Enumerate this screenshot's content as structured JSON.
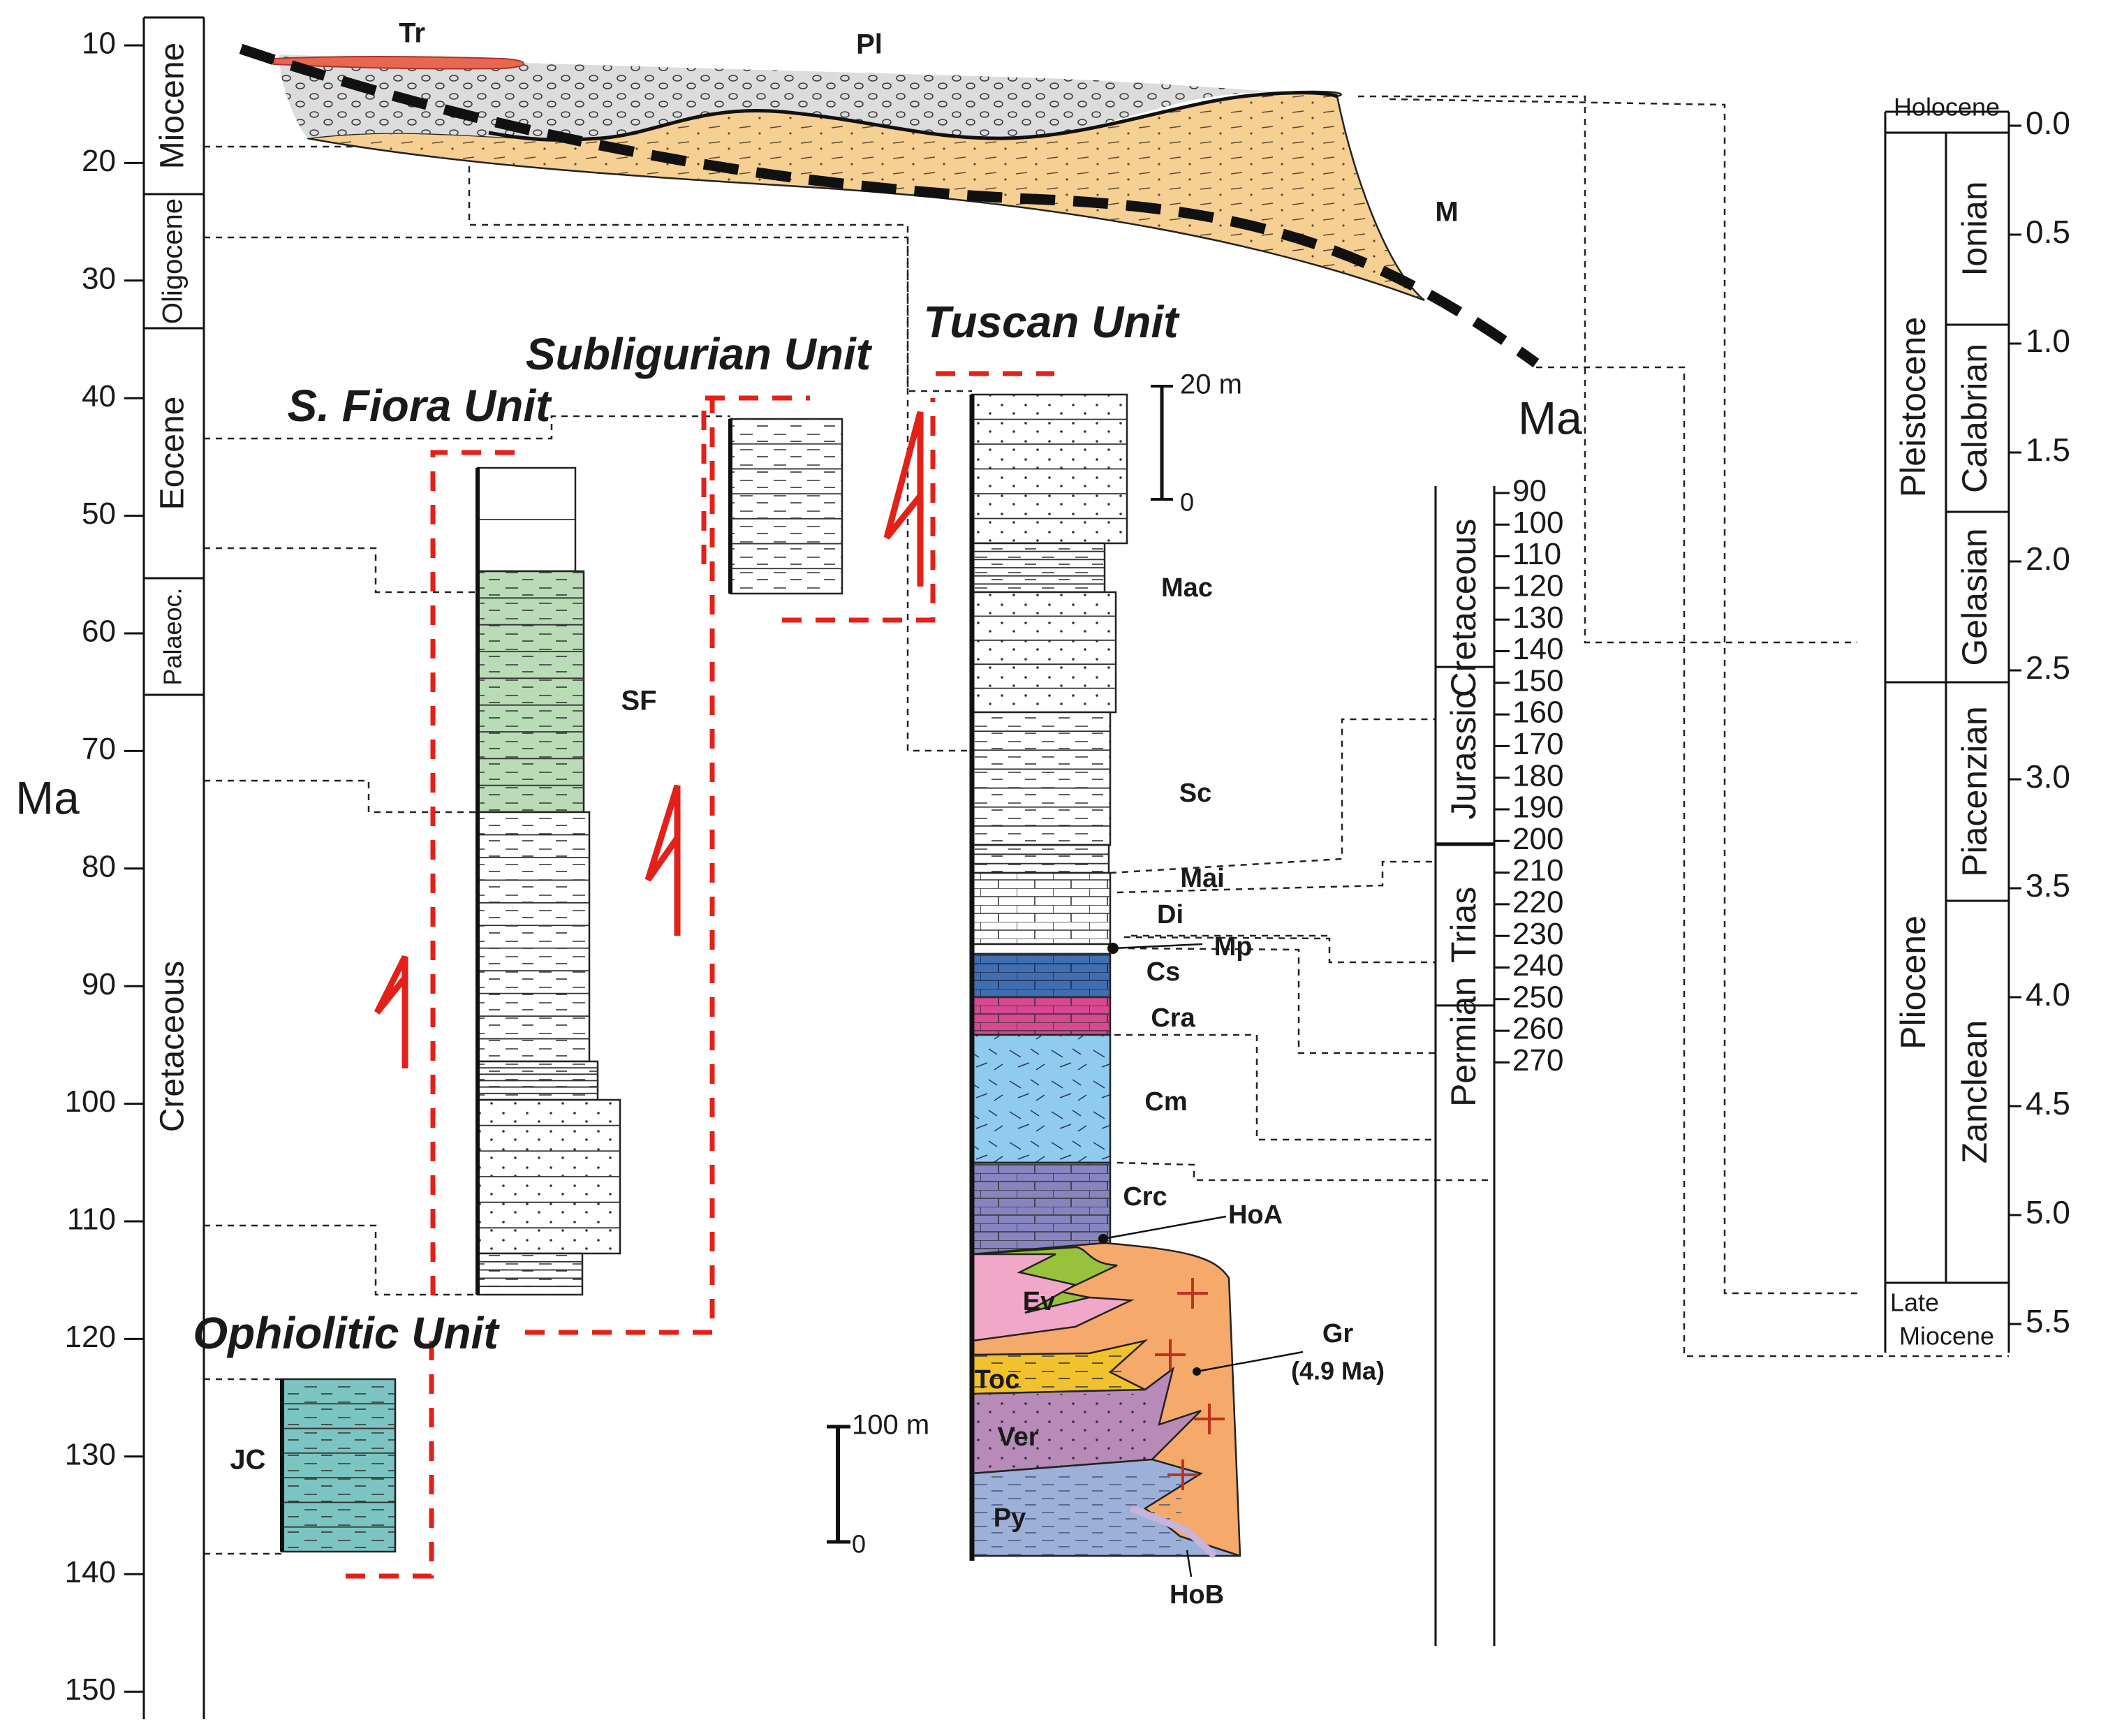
{
  "left_scale": {
    "axis_label": "Ma",
    "ticks": [
      "10",
      "20",
      "30",
      "40",
      "50",
      "60",
      "70",
      "80",
      "90",
      "100",
      "110",
      "120",
      "130",
      "140",
      "150"
    ],
    "epochs": [
      "Miocene",
      "Oligocene",
      "Eocene",
      "Palaeoc.",
      "Cretaceous"
    ]
  },
  "units": {
    "ophiolitic": "Ophiolitic Unit",
    "sfiora": "S. Fiora Unit",
    "subligurian": "Subligurian Unit",
    "tuscan": "Tuscan Unit"
  },
  "formations": {
    "tr": "Tr",
    "pl": "Pl",
    "m": "M",
    "sf": "SF",
    "jc": "JC",
    "mac": "Mac",
    "sc": "Sc",
    "mai": "Mai",
    "di": "Di",
    "mp": "Mp",
    "cs": "Cs",
    "cra": "Cra",
    "cm": "Cm",
    "crc": "Crc",
    "hoa": "HoA",
    "ev": "Ev",
    "toc": "Toc",
    "ver": "Ver",
    "py": "Py",
    "hob": "HoB",
    "gr": "Gr",
    "gr_age": "(4.9 Ma)"
  },
  "scale_bars": {
    "small": [
      "20 m",
      "0"
    ],
    "large": [
      "100 m",
      "0"
    ]
  },
  "middle_scale": {
    "axis_label": "Ma",
    "ticks": [
      "90",
      "100",
      "110",
      "120",
      "130",
      "140",
      "150",
      "160",
      "170",
      "180",
      "190",
      "200",
      "210",
      "220",
      "230",
      "240",
      "250",
      "260",
      "270"
    ],
    "periods": [
      "Cretaceous",
      "Jurassic",
      "Trias",
      "Permian"
    ]
  },
  "right_scale": {
    "ticks": [
      "0.0",
      "0.5",
      "1.0",
      "1.5",
      "2.0",
      "2.5",
      "3.0",
      "3.5",
      "4.0",
      "4.5",
      "5.0",
      "5.5"
    ],
    "top_label": "Holocene",
    "bottom_label": [
      "Late",
      "Miocene"
    ],
    "epochs": [
      "Pleistocene",
      "Pliocene"
    ],
    "stages": [
      "Ionian",
      "Calabrian",
      "Gelasian",
      "Piacenzian",
      "Zanclean"
    ]
  },
  "colors": {
    "sf_green": "#b9dbb6",
    "jc_teal": "#7cc4c1",
    "cs_blue": "#3f6fb0",
    "cra_magenta": "#d94893",
    "cm_lightblue": "#8fcbee",
    "crc_purple": "#8784c0",
    "ev_pink": "#f1a8c8",
    "green_lime": "#98c23c",
    "toc_yellow": "#f2c12e",
    "ver_purple": "#b78ab8",
    "py_blue": "#9db1d8",
    "gr_orange": "#f5a96a",
    "hob_lavender": "#c7b4dc",
    "m_sand": "#f6cf92",
    "pl_gray": "#dcdcdc",
    "tr_red": "#e8674f",
    "unit_red": "#e32119"
  }
}
